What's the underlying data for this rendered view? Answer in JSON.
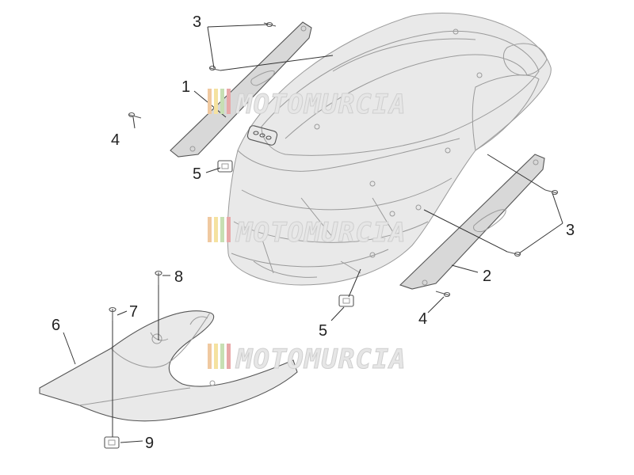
{
  "watermark": {
    "text": "MOTOMURCIA",
    "stripe_colors": [
      "#f0c9a0",
      "#f5e2a0",
      "#c7dfb3",
      "#e8a8a8"
    ]
  },
  "callouts": [
    {
      "id": "c3a",
      "label": "3"
    },
    {
      "id": "c1",
      "label": "1"
    },
    {
      "id": "c4a",
      "label": "4"
    },
    {
      "id": "c5a",
      "label": "5"
    },
    {
      "id": "c3b",
      "label": "3"
    },
    {
      "id": "c2",
      "label": "2"
    },
    {
      "id": "c4b",
      "label": "4"
    },
    {
      "id": "c5b",
      "label": "5"
    },
    {
      "id": "c8",
      "label": "8"
    },
    {
      "id": "c7",
      "label": "7"
    },
    {
      "id": "c6",
      "label": "6"
    },
    {
      "id": "c9",
      "label": "9"
    }
  ]
}
